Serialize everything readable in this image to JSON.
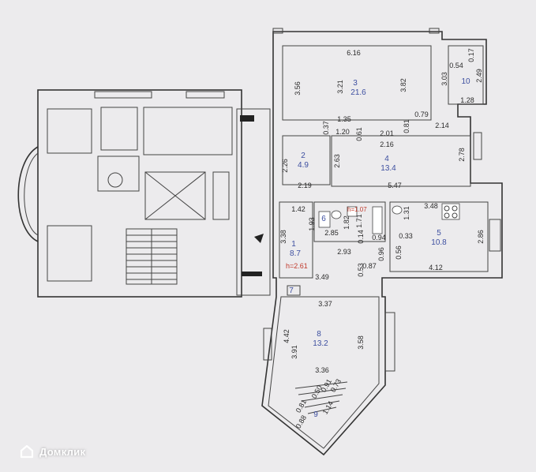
{
  "watermark": {
    "text": "Домклик",
    "icon": "house-logo-icon"
  },
  "rooms": [
    {
      "number": "1",
      "area": "8.7"
    },
    {
      "number": "2",
      "area": "4.9"
    },
    {
      "number": "3",
      "area": "21.6"
    },
    {
      "number": "4",
      "area": "13.4"
    },
    {
      "number": "5",
      "area": "10.8"
    },
    {
      "number": "6",
      "area": ""
    },
    {
      "number": "7",
      "area": ""
    },
    {
      "number": "8",
      "area": "13.2"
    },
    {
      "number": "9",
      "area": ""
    },
    {
      "number": "10",
      "area": ""
    }
  ],
  "ceiling_height": "h=2.61",
  "ceiling_height_small": "h=1.07",
  "dimensions": {
    "d_616": "6.16",
    "d_356": "3.56",
    "d_321": "3.21",
    "d_382": "3.82",
    "d_303": "3.03",
    "d_054": "0.54",
    "d_017": "0.17",
    "d_249": "2.49",
    "d_128": "1.28",
    "d_135": "1.35",
    "d_037": "0.37",
    "d_120": "1.20",
    "d_061": "0.61",
    "d_201": "2.01",
    "d_216": "2.16",
    "d_081": "0.81",
    "d_079": "0.79",
    "d_214": "2.14",
    "d_278": "2.78",
    "d_226": "2.26",
    "d_263": "2.63",
    "d_219": "2.19",
    "d_547": "5.47",
    "d_142": "1.42",
    "d_193": "1.93",
    "d_182": "1.82",
    "d_171": "1.71",
    "d_131": "1.31",
    "d_348": "3.48",
    "d_285": "2.85",
    "d_014": "0.14",
    "d_094": "0.94",
    "d_033": "0.33",
    "d_338": "3.38",
    "d_293": "2.93",
    "d_096": "0.96",
    "d_056": "0.56",
    "d_087": "0.87",
    "d_053": "0.53",
    "d_412": "4.12",
    "d_286": "2.86",
    "d_349": "3.49",
    "d_337": "3.37",
    "d_442": "4.42",
    "d_391": "3.91",
    "d_358": "3.58",
    "d_336": "3.36",
    "d_050": "0.50",
    "d_091": "0.91",
    "d_073": "0.73",
    "d_081b": "0.81",
    "d_114": "1.14",
    "d_088": "0.88"
  }
}
